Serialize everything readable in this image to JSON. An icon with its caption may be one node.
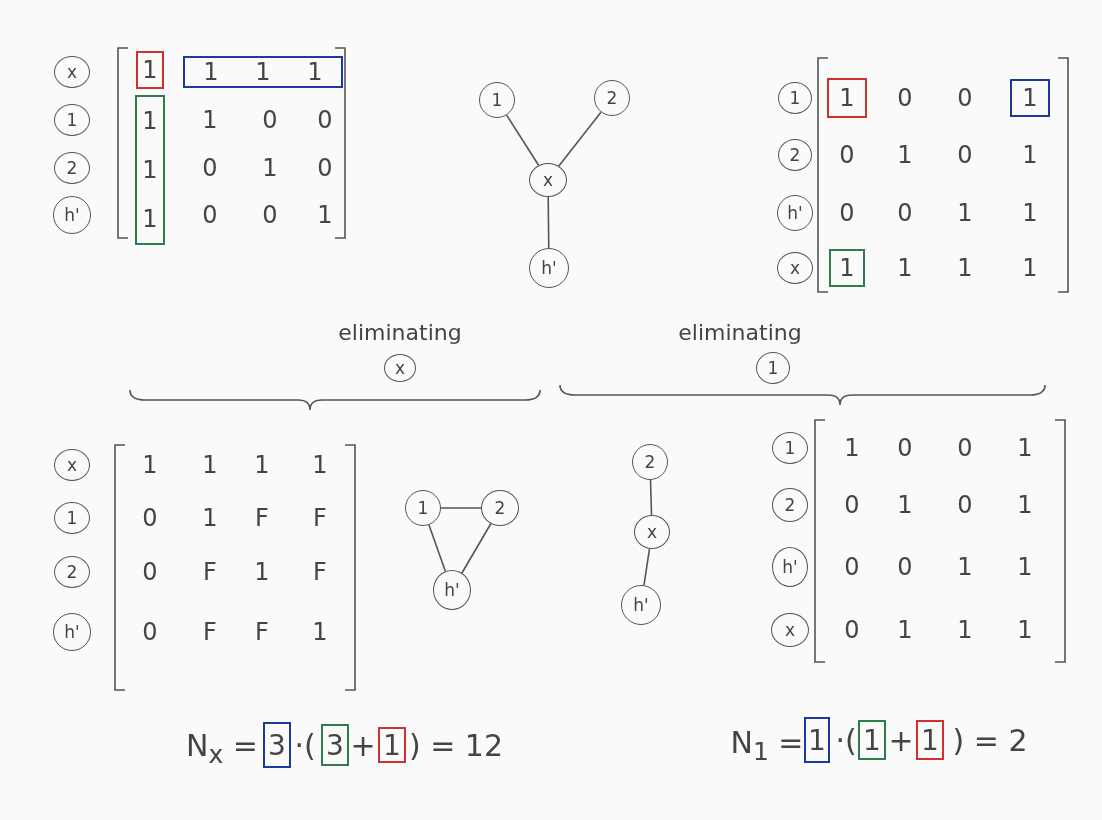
{
  "diagram": {
    "nodes": [
      {
        "text": [
          "x"
        ]
      },
      {
        "text": [
          "1"
        ]
      },
      {
        "text": [
          "1",
          "1",
          "1"
        ]
      },
      {
        "text": [
          "1"
        ]
      },
      {
        "text": [
          "1",
          "1",
          "1"
        ]
      },
      {
        "text": [
          "2"
        ]
      },
      {
        "text": [
          "h'"
        ]
      },
      {
        "text": [
          "1"
        ]
      },
      {
        "text": [
          "2"
        ]
      },
      {
        "text": [
          "x"
        ]
      },
      {
        "text": [
          "h'"
        ]
      },
      {
        "text": [
          "1"
        ]
      },
      {
        "text": [
          "1"
        ]
      },
      {
        "text": [
          "1"
        ]
      },
      {
        "text": [
          "2"
        ]
      },
      {
        "text": [
          "h'"
        ]
      },
      {
        "text": [
          "x"
        ]
      },
      {
        "text": [
          "1"
        ]
      },
      {
        "text": [
          "x"
        ]
      },
      {
        "text": [
          "1"
        ]
      },
      {
        "text": [
          "x"
        ]
      },
      {
        "text": [
          "1"
        ]
      },
      {
        "text": [
          "2"
        ]
      },
      {
        "text": [
          "h'"
        ]
      },
      {
        "text": [
          "1"
        ]
      },
      {
        "text": [
          "2"
        ]
      },
      {
        "text": [
          "h'"
        ]
      },
      {
        "text": [
          "2"
        ]
      },
      {
        "text": [
          "x"
        ]
      },
      {
        "text": [
          "h'"
        ]
      },
      {
        "text": [
          "1"
        ]
      },
      {
        "text": [
          "2"
        ]
      },
      {
        "text": [
          "h'"
        ]
      },
      {
        "text": [
          "x"
        ]
      },
      {
        "text": [
          "3"
        ]
      },
      {
        "text": [
          "3"
        ]
      },
      {
        "text": [
          "1"
        ]
      },
      {
        "text": [
          "1"
        ]
      },
      {
        "text": [
          "1"
        ]
      },
      {
        "text": [
          "1"
        ]
      }
    ],
    "edges": [
      {
        "from": 7,
        "to": 9,
        "arrow": "none"
      },
      {
        "from": 8,
        "to": 9,
        "arrow": "none"
      },
      {
        "from": 9,
        "to": 10,
        "arrow": "none"
      },
      {
        "from": 24,
        "to": 25,
        "arrow": "none"
      },
      {
        "from": 24,
        "to": 26,
        "arrow": "none"
      },
      {
        "from": 25,
        "to": 26,
        "arrow": "none"
      },
      {
        "from": 27,
        "to": 28,
        "arrow": "none"
      },
      {
        "from": 28,
        "to": 29,
        "arrow": "none"
      }
    ],
    "labels": [
      "1",
      "0",
      "0",
      "0",
      "1",
      "0",
      "0",
      "0",
      "1",
      "0",
      "0",
      "0",
      "1",
      "0",
      "1",
      "0",
      "0",
      "1",
      "1",
      "1",
      "1",
      "1",
      "eliminating",
      "eliminating",
      "1",
      "1",
      "1",
      "1",
      "0",
      "1",
      "F",
      "F",
      "0",
      "F",
      "1",
      "F",
      "0",
      "F",
      "F",
      "1",
      "1",
      "0",
      "0",
      "1",
      "0",
      "1",
      "0",
      "1",
      "0",
      "0",
      "1",
      "1",
      "0",
      "1",
      "1",
      "1",
      "N$_{x}$ =",
      "·(",
      "+",
      ") = 12",
      "N$_{1}$ =",
      "·(",
      "+",
      ") = 2"
    ]
  }
}
